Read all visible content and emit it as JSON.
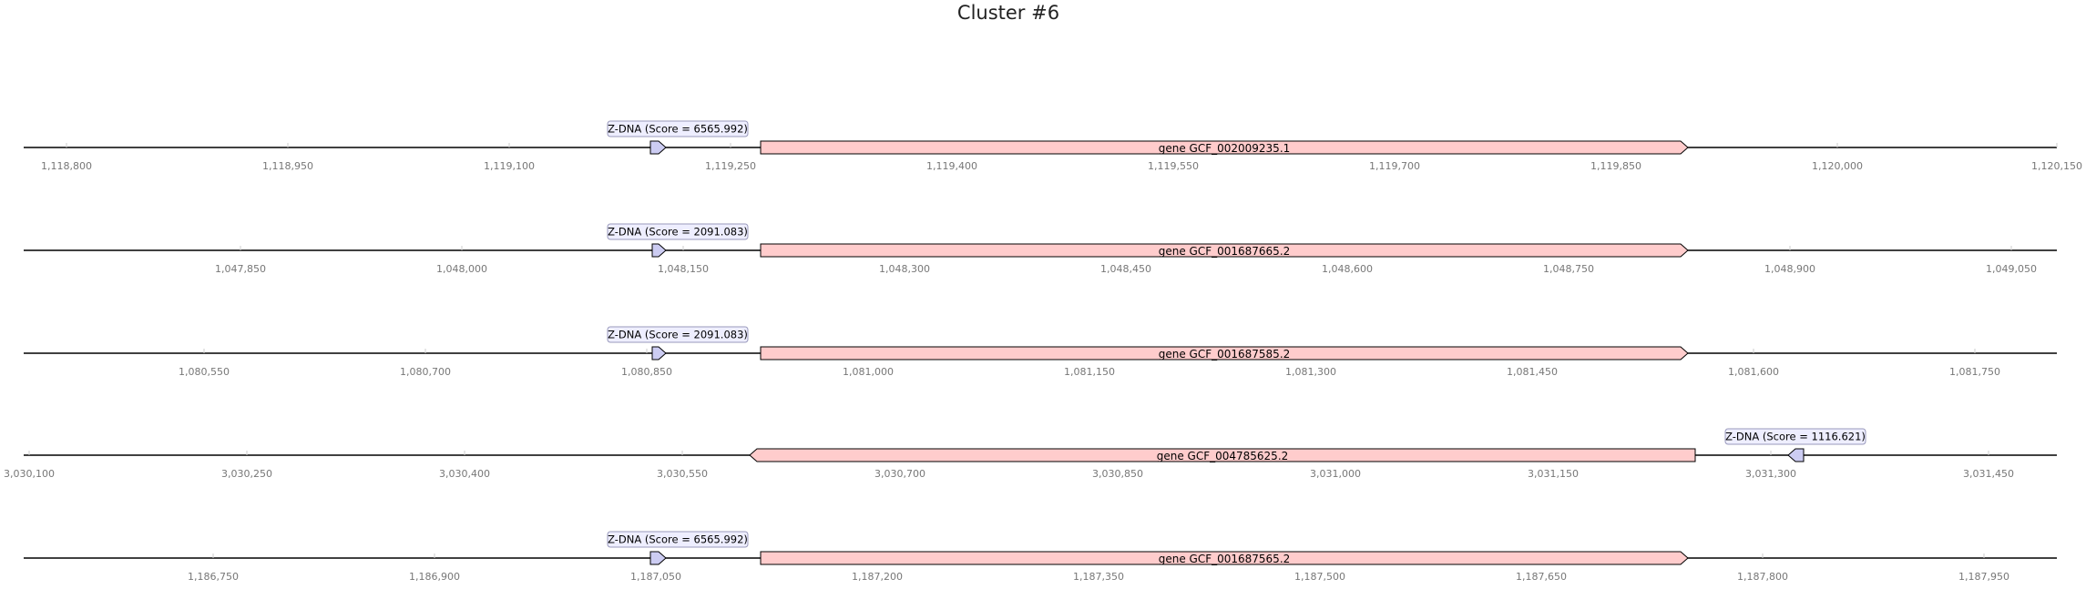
{
  "title": "Cluster #6",
  "tracks": [
    {
      "ticks": [
        "1,118,800",
        "1,118,950",
        "1,119,100",
        "1,119,250",
        "1,119,400",
        "1,119,550",
        "1,119,700",
        "1,119,850",
        "1,120,000",
        "1,120,150"
      ],
      "features": [
        {
          "type": "z-dna",
          "label": "Z-DNA (Score = 6565.992)",
          "strand": "+"
        },
        {
          "type": "gene",
          "label": "gene GCF_002009235.1",
          "strand": "+"
        }
      ]
    },
    {
      "ticks": [
        "1,047,850",
        "1,048,000",
        "1,048,150",
        "1,048,300",
        "1,048,450",
        "1,048,600",
        "1,048,750",
        "1,048,900",
        "1,049,050"
      ],
      "features": [
        {
          "type": "z-dna",
          "label": "Z-DNA (Score = 2091.083)",
          "strand": "+"
        },
        {
          "type": "gene",
          "label": "gene GCF_001687665.2",
          "strand": "+"
        }
      ]
    },
    {
      "ticks": [
        "1,080,550",
        "1,080,700",
        "1,080,850",
        "1,081,000",
        "1,081,150",
        "1,081,300",
        "1,081,450",
        "1,081,600",
        "1,081,750"
      ],
      "features": [
        {
          "type": "z-dna",
          "label": "Z-DNA (Score = 2091.083)",
          "strand": "+"
        },
        {
          "type": "gene",
          "label": "gene GCF_001687585.2",
          "strand": "+"
        }
      ]
    },
    {
      "ticks": [
        "3,030,100",
        "3,030,250",
        "3,030,400",
        "3,030,550",
        "3,030,700",
        "3,030,850",
        "3,031,000",
        "3,031,150",
        "3,031,300",
        "3,031,450"
      ],
      "features": [
        {
          "type": "gene",
          "label": "gene GCF_004785625.2",
          "strand": "-"
        },
        {
          "type": "z-dna",
          "label": "Z-DNA (Score = 1116.621)",
          "strand": "-"
        }
      ]
    },
    {
      "ticks": [
        "1,186,750",
        "1,186,900",
        "1,187,050",
        "1,187,200",
        "1,187,350",
        "1,187,500",
        "1,187,650",
        "1,187,800",
        "1,187,950"
      ],
      "features": [
        {
          "type": "z-dna",
          "label": "Z-DNA (Score = 6565.992)",
          "strand": "+"
        },
        {
          "type": "gene",
          "label": "gene GCF_001687565.2",
          "strand": "+"
        }
      ]
    }
  ],
  "colors": {
    "gene_fill": "#ffcccc",
    "zdna_fill": "#ccccf2",
    "label_box_fill": "#eeeeff",
    "label_box_stroke": "#9999bb",
    "axis": "#000000",
    "tick_text": "#777777"
  }
}
